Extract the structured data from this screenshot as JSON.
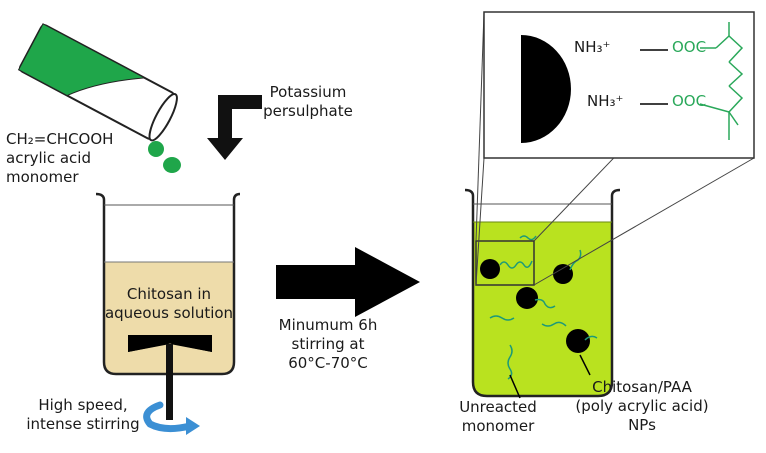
{
  "left": {
    "monomer_formula": "CH₂=CHCOOH",
    "monomer_name_1": "acrylic acid",
    "monomer_name_2": "monomer",
    "initiator_1": "Potassium",
    "initiator_2": "persulphate",
    "solution_1": "Chitosan in",
    "solution_2": "aqueous solution",
    "stirring_1": "High speed,",
    "stirring_2": "intense stirring"
  },
  "middle": {
    "condition_1": "Minumum 6h",
    "condition_2": "stirring at",
    "condition_3": "60°C-70°C"
  },
  "inset": {
    "amine_top": "NH₃⁺",
    "amine_bottom": "NH₃⁺",
    "carboxylate_top": "OOC",
    "carboxylate_bottom": "OOC"
  },
  "right": {
    "unreacted_1": "Unreacted",
    "unreacted_2": "monomer",
    "np_1": "Chitosan/PAA",
    "np_2": "(poly acrylic acid)",
    "np_3": "NPs"
  },
  "colors": {
    "monomer_green": "#1fa64a",
    "polymer_green": "#2aa85a",
    "solution_beige": "#eedcaa",
    "reaction_lime": "#b9e21f",
    "stir_blue": "#3b8fd4",
    "outline": "#222222"
  }
}
